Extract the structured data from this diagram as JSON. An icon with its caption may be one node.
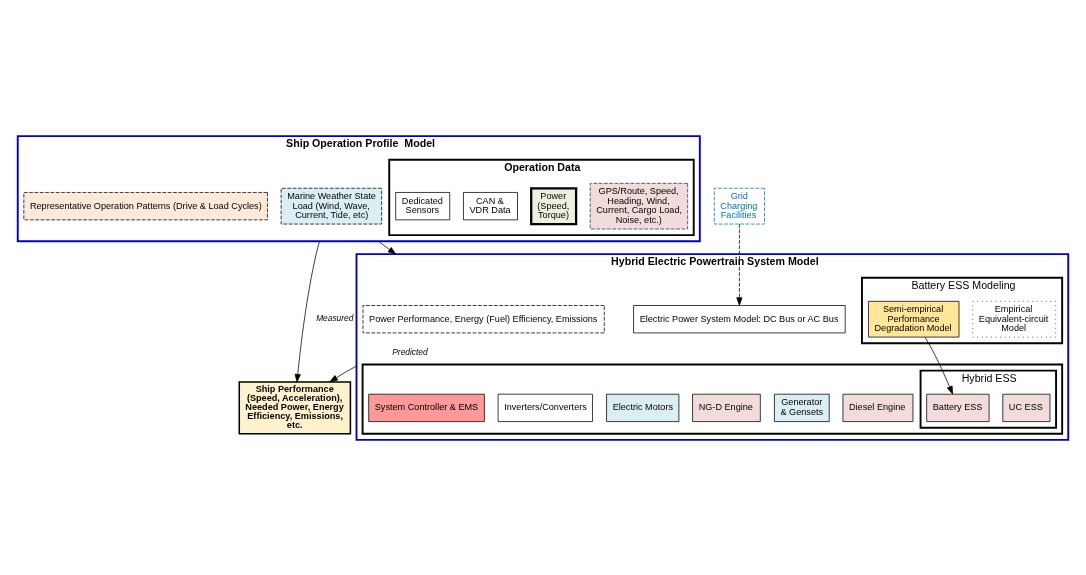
{
  "diagram": {
    "nodes": [
      {
        "text": [
          "Ship Operation Profile  Model"
        ]
      },
      {
        "text": [
          "Operation Data"
        ],
        "in": 0
      },
      {
        "text": [
          "GPS/Route, Speed, Heading, Wind, Current, Cargo Load, Noise, etc.)"
        ],
        "in": 1
      },
      {
        "text": [
          "Power (Speed, Torque)"
        ],
        "in": 1
      },
      {
        "text": [
          "CAN & VDR Data"
        ],
        "in": 1
      },
      {
        "text": [
          "Dedicated Sensors"
        ],
        "in": 1
      },
      {
        "text": [
          "Marine Weather State Load (Wind, Wave, Current, Tide, etc)"
        ],
        "in": 0
      },
      {
        "text": [
          "Representative Operation Patterns (Drive & Load Cycles)"
        ],
        "in": 0
      },
      {
        "text": [
          "Hybrid Electric Powertrain System Model"
        ]
      },
      {
        "text": [
          "Power Performance, Energy (Fuel) Efficiency, Emissions"
        ],
        "in": 8
      },
      {
        "text": [],
        "shape": "box",
        "in": 8
      },
      {
        "text": [
          "Diesel Engine"
        ],
        "in": 10
      },
      {
        "text": [
          "Generator & Gensets"
        ],
        "in": 10
      },
      {
        "text": [
          "NG-D Engine"
        ],
        "in": 10
      },
      {
        "text": [
          "Electric Motors"
        ],
        "in": 10
      },
      {
        "text": [
          "Inverters/Converters"
        ],
        "in": 10
      },
      {
        "text": [
          "Hybrid ESS"
        ],
        "in": 10
      },
      {
        "text": [
          "UC ESS"
        ],
        "in": 16
      },
      {
        "text": [
          "Battery ESS"
        ],
        "in": 16
      },
      {
        "text": [
          "System Controller & EMS"
        ],
        "in": 10
      },
      {
        "text": [
          "Battery ESS Modeling"
        ],
        "in": 8
      },
      {
        "text": [
          "Empirical Equivalent-circuit Model"
        ],
        "in": 20
      },
      {
        "text": [
          "Semi-empirical Performance Degradation Model"
        ],
        "in": 20
      },
      {
        "text": [
          "Electric Power System Model: DC Bus or AC Bus"
        ],
        "in": 8
      },
      {
        "text": [
          "Ship Performance (Speed, Acceleration), Needed Power, Energy Efficiency, Emissions, etc."
        ]
      },
      {
        "text": [
          "Grid Charging Facilities"
        ]
      }
    ],
    "edges": [
      {
        "from": 0,
        "to": 8,
        "arrow": "to"
      },
      {
        "from": 0,
        "to": 24,
        "arrow": "to",
        "label": "Measured"
      },
      {
        "from": 8,
        "to": 24,
        "arrow": "to",
        "label": "Predicted"
      },
      {
        "from": 22,
        "to": 18,
        "arrow": "to"
      },
      {
        "from": 25,
        "to": 23,
        "arrow": "to",
        "style": "dashed"
      }
    ]
  }
}
